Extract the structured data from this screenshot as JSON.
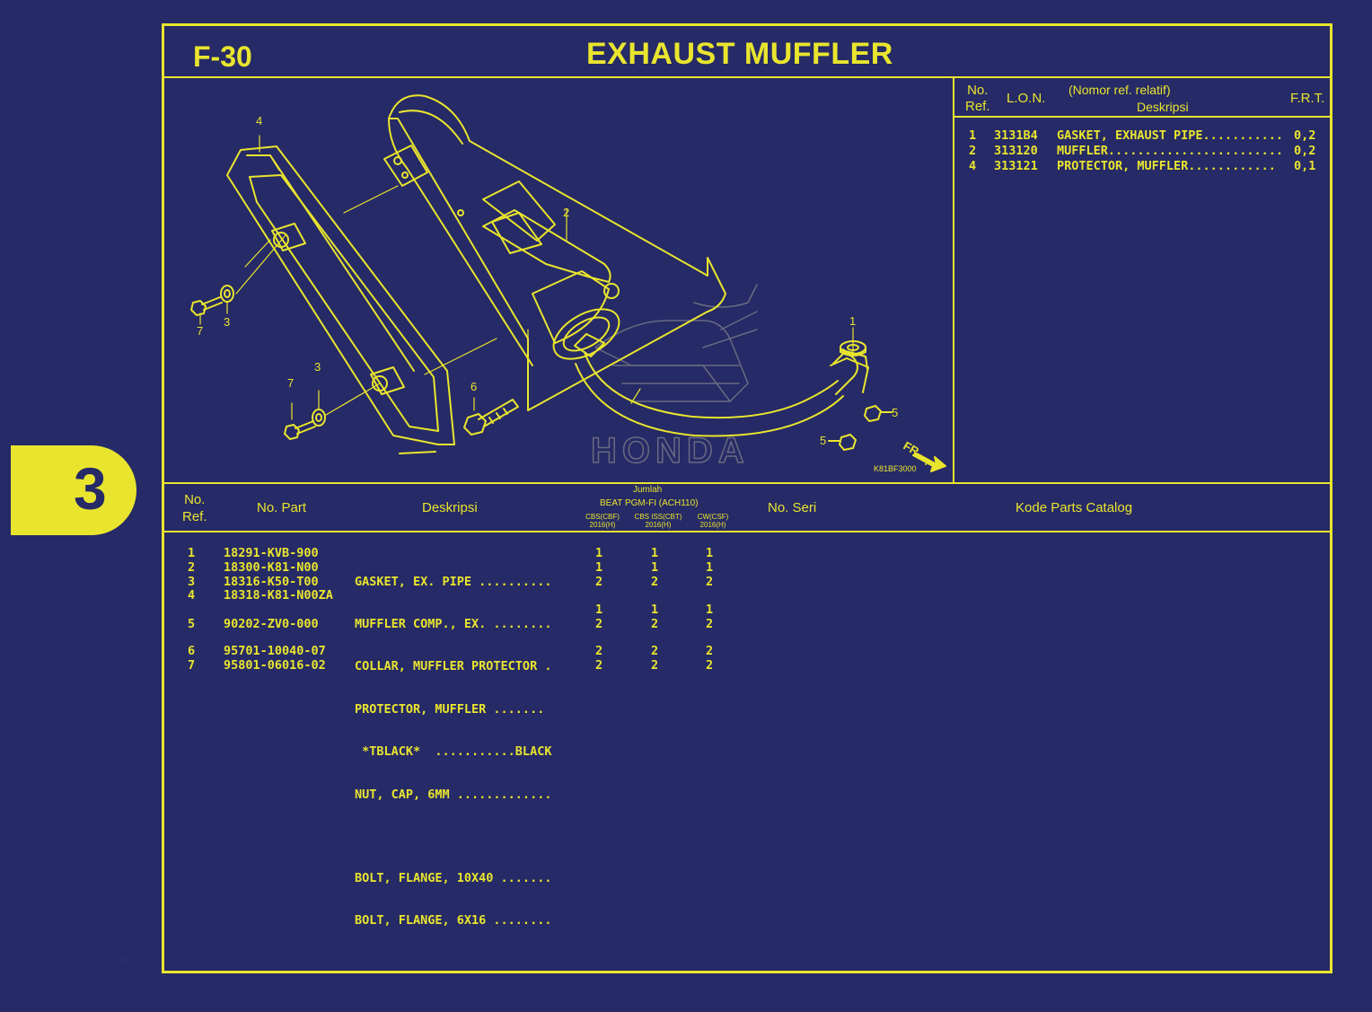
{
  "section_tab": "3",
  "header": {
    "code": "F-30",
    "title": "EXHAUST MUFFLER"
  },
  "lon_table": {
    "headers": {
      "no_ref": [
        "No.",
        "Ref."
      ],
      "lon": "L.O.N.",
      "desc_top": "(Nomor ref. relatif)",
      "desc": "Deskripsi",
      "frt": "F.R.T."
    },
    "rows": [
      {
        "ref": "1",
        "lon": "3131B4",
        "desc": "GASKET, EXHAUST PIPE...........",
        "frt": "0,2"
      },
      {
        "ref": "2",
        "lon": "313120",
        "desc": "MUFFLER........................",
        "frt": "0,2"
      },
      {
        "ref": "4",
        "lon": "313121",
        "desc": "PROTECTOR, MUFFLER............",
        "frt": "0,1"
      }
    ]
  },
  "diagram": {
    "code": "K81BF3000",
    "fr_label": "FR.",
    "callouts": {
      "c4": "4",
      "c2": "2",
      "c1": "1",
      "c5a": "5",
      "c5b": "5",
      "c6": "6",
      "c7a": "7",
      "c7b": "7",
      "c3a": "3",
      "c3b": "3"
    }
  },
  "parts_table": {
    "headers": {
      "no_ref": [
        "No.",
        "Ref."
      ],
      "no_part": "No. Part",
      "deskripsi": "Deskripsi",
      "jumlah": "Jumlah",
      "model": "BEAT PGM-FI (ACH110)",
      "variants": [
        {
          "name": "CBS(CBF)",
          "year": "2016(H)"
        },
        {
          "name": "CBS ISS(CBT)",
          "year": "2016(H)"
        },
        {
          "name": "CW(CSF)",
          "year": "2016(H)"
        }
      ],
      "no_seri": "No. Seri",
      "kode": "Kode Parts Catalog"
    },
    "rows": [
      {
        "ref": "1",
        "part": "18291-KVB-900",
        "desc": "GASKET, EX. PIPE ..........",
        "q": [
          "1",
          "1",
          "1"
        ]
      },
      {
        "ref": "2",
        "part": "18300-K81-N00",
        "desc": "MUFFLER COMP., EX. ........",
        "q": [
          "1",
          "1",
          "1"
        ]
      },
      {
        "ref": "3",
        "part": "18316-K50-T00",
        "desc": "COLLAR, MUFFLER PROTECTOR .",
        "q": [
          "2",
          "2",
          "2"
        ]
      },
      {
        "ref": "4",
        "part": "18318-K81-N00ZA",
        "desc": "PROTECTOR, MUFFLER .......",
        "q": [
          "",
          "",
          ""
        ]
      },
      {
        "ref": "",
        "part": "",
        "desc": " *TBLACK*  ...........BLACK",
        "q": [
          "1",
          "1",
          "1"
        ]
      },
      {
        "ref": "5",
        "part": "90202-ZV0-000",
        "desc": "NUT, CAP, 6MM .............",
        "q": [
          "2",
          "2",
          "2"
        ]
      },
      {
        "ref": "6",
        "part": "95701-10040-07",
        "desc": "BOLT, FLANGE, 10X40 .......",
        "q": [
          "2",
          "2",
          "2"
        ]
      },
      {
        "ref": "7",
        "part": "95801-06016-02",
        "desc": "BOLT, FLANGE, 6X16 ........",
        "q": [
          "2",
          "2",
          "2"
        ]
      }
    ]
  },
  "page_number": "74"
}
